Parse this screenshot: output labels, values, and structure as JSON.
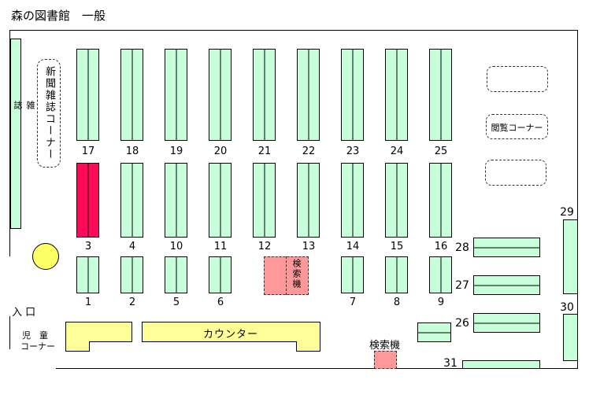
{
  "title": "森の図書館　一般",
  "labels": {
    "magazine_side": "雑誌",
    "newspaper_corner": "新聞雑誌コーナー",
    "reading_corner": "閲覧コーナー",
    "entrance": "入 口",
    "children_corner_1": "児　童",
    "children_corner_2": "コーナー",
    "counter": "カウンター",
    "search_machine_inner": "検索機",
    "search_machine": "検索機"
  },
  "shelves": [
    "1",
    "2",
    "3",
    "4",
    "5",
    "6",
    "7",
    "8",
    "9",
    "10",
    "11",
    "12",
    "13",
    "14",
    "15",
    "16",
    "17",
    "18",
    "19",
    "20",
    "21",
    "22",
    "23",
    "24",
    "25",
    "26",
    "27",
    "28",
    "29",
    "30",
    "31"
  ],
  "colors": {
    "shelf": "#c6ffda",
    "highlight": "#ff0a5a",
    "counter": "#ffff99",
    "search": "#ff9999",
    "circle": "#ffff66"
  }
}
